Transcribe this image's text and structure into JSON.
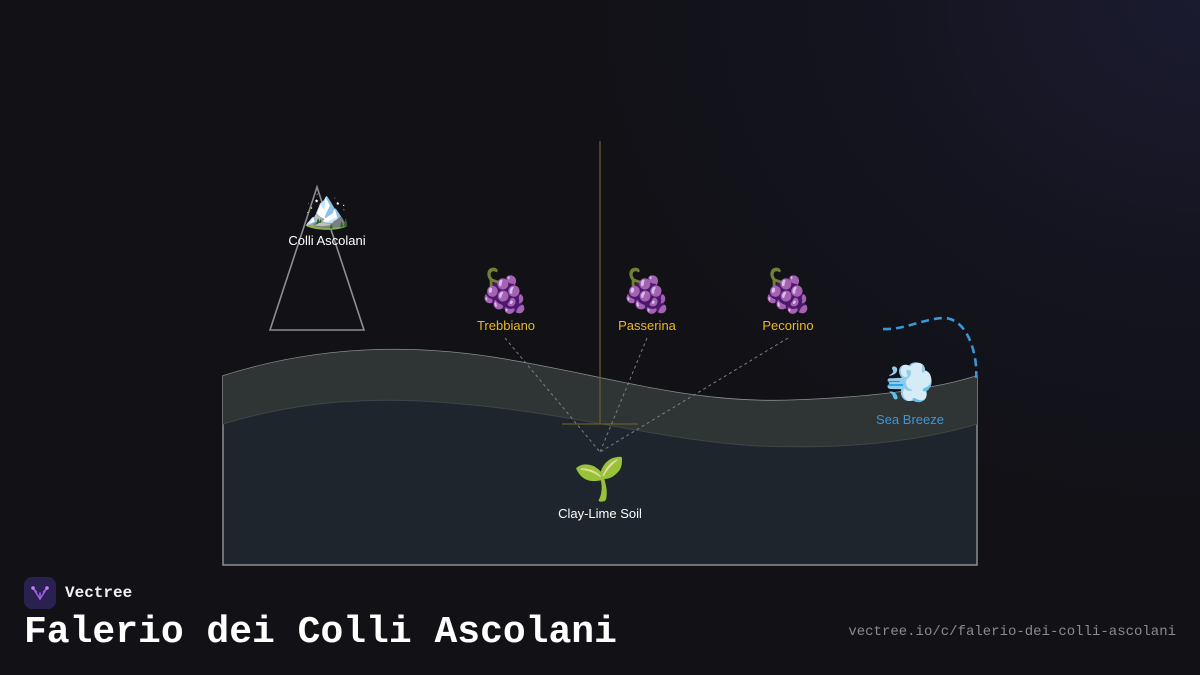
{
  "brand": {
    "name": "Vectree",
    "logo_icon": "vectree-branch-icon"
  },
  "title": "Falerio dei Colli Ascolani",
  "url": "vectree.io/c/falerio-dei-colli-ascolani",
  "diagram": {
    "region": {
      "label": "Colli Ascolani",
      "icon": "snow-capped-mountain-icon",
      "icon_glyph": "🏔️"
    },
    "grapes": [
      {
        "label": "Trebbiano",
        "icon": "grapes-icon",
        "icon_glyph": "🍇"
      },
      {
        "label": "Passerina",
        "icon": "grapes-icon",
        "icon_glyph": "🍇"
      },
      {
        "label": "Pecorino",
        "icon": "grapes-icon",
        "icon_glyph": "🍇"
      }
    ],
    "soil": {
      "label": "Clay-Lime Soil",
      "icon": "seedling-icon",
      "icon_glyph": "🌱"
    },
    "breeze": {
      "label": "Sea Breeze",
      "icon": "wind-blowing-icon",
      "icon_glyph": "💨"
    },
    "colors": {
      "grape_label": "#e8b923",
      "breeze": "#3a97d4",
      "soil_surface": "#2f3535",
      "soil_deep": "#1e252d",
      "outline": "#8a8f90",
      "trunk": "#6b5a2a"
    }
  }
}
